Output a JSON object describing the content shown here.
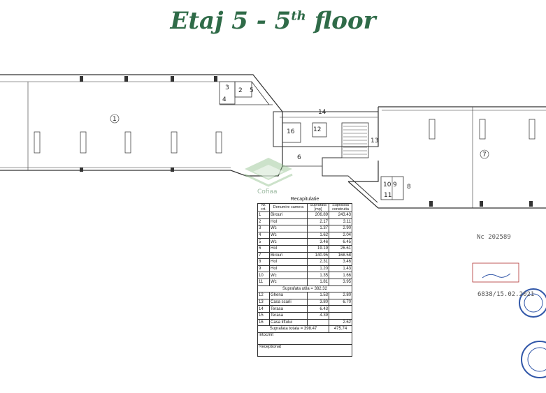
{
  "title": {
    "main": "Etaj 5 - 5",
    "sup": "th",
    "rest": " floor"
  },
  "watermark": "Cofiaa",
  "rooms": [
    "1",
    "2",
    "3",
    "4",
    "5",
    "6",
    "7",
    "8",
    "9",
    "10",
    "11",
    "12",
    "13",
    "14",
    "16"
  ],
  "recap": {
    "caption": "Recapitulatie",
    "headers": [
      "Nr. crt.",
      "Denumire camera",
      "Suprafata [mp]",
      "Suprafata construita"
    ],
    "rows": [
      [
        "1",
        "Birouri",
        "206.89",
        "243.43"
      ],
      [
        "2",
        "Hol",
        "2.17",
        "3.11"
      ],
      [
        "3",
        "Wc",
        "1.37",
        "2.90"
      ],
      [
        "4",
        "Wc",
        "1.62",
        "2.04"
      ],
      [
        "5",
        "Wc",
        "3.46",
        "6.45"
      ],
      [
        "6",
        "Hol",
        "19.19",
        "26.61"
      ],
      [
        "7",
        "Birouri",
        "140.95",
        "168.58"
      ],
      [
        "8",
        "Hol",
        "2.31",
        "3.46"
      ],
      [
        "9",
        "Hol",
        "1.20",
        "1.43"
      ],
      [
        "10",
        "Wc",
        "1.35",
        "1.66"
      ],
      [
        "11",
        "Wc",
        "1.81",
        "3.95"
      ]
    ],
    "useful_area": "Suprafata utila = 382.32",
    "rows2": [
      [
        "12",
        "Ghena",
        "1.53",
        "2.80"
      ],
      [
        "13",
        "Casa scarii",
        "3.80",
        "6.70"
      ],
      [
        "14",
        "Terasa",
        "6.43",
        ""
      ],
      [
        "15",
        "Terasa",
        "4.39",
        ""
      ],
      [
        "16",
        "Casa liftului",
        "",
        "2.62"
      ]
    ],
    "total_row": {
      "label": "Suprafata totala = 398.47",
      "value": "475.74"
    },
    "signoffs": [
      "Intocmit",
      "Receptionat"
    ]
  },
  "stamp_nc": "Nc 202589",
  "stamp_reg": "6838/15.02.2021",
  "colors": {
    "title": "#2f6b48",
    "stamp_blue": "#3056a8",
    "stamp_red": "#b03030",
    "watermark": "#8fbf8a"
  }
}
